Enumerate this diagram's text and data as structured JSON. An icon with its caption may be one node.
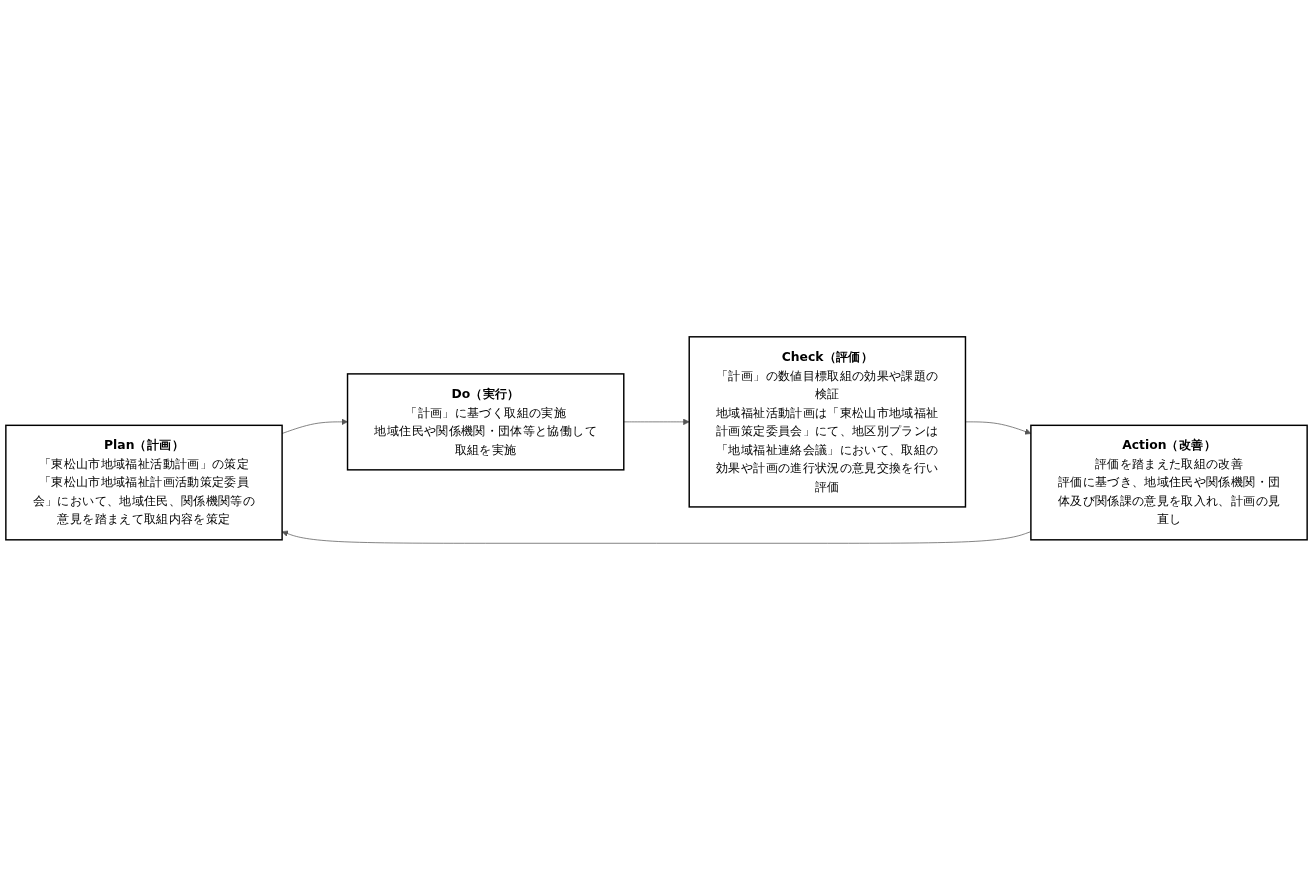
{
  "diagram": {
    "nodes": [
      {
        "text": [
          "Plan（計画）",
          "「東松山市地域福祉活動計画」の策定",
          "「東松山市地域福祉計画活動策定委員会」において、地域住民、関係機関等の意見を踏まえて取組内容を策定"
        ]
      },
      {
        "text": [
          "Do（実行）",
          "「計画」に基づく取組の実施",
          "地域住民や関係機関・団体等と協働して取組を実施"
        ]
      },
      {
        "text": [
          "Check（評価）",
          "「計画」の数値目標取組の効果や課題の検証",
          "地域福祉活動計画は「東松山市地域福祉計画策定委員会」にて、地区別プランは「地域福祉連絡会議」において、取組の効果や計画の進行状況の意見交換を行い評価"
        ]
      },
      {
        "text": [
          "Action（改善）",
          "評価を踏まえた取組の改善",
          "評価に基づき、地域住民や関係機関・団体及び関係課の意見を取入れ、計画の見直し"
        ]
      }
    ],
    "edges": [
      {
        "from": 0,
        "to": 1,
        "arrow": "to"
      },
      {
        "from": 1,
        "to": 2,
        "arrow": "to"
      },
      {
        "from": 2,
        "to": 3,
        "arrow": "to"
      },
      {
        "from": 3,
        "to": 0,
        "arrow": "to"
      }
    ]
  }
}
